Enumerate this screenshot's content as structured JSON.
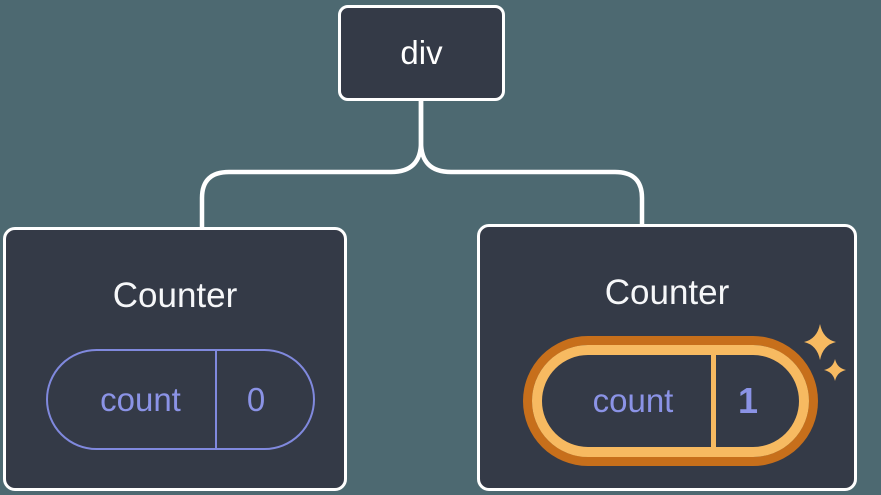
{
  "diagram": {
    "description": "Component tree: a div root with two Counter children; the second Counter's state was updated",
    "root": {
      "label": "div"
    },
    "nodes": [
      {
        "title": "Counter",
        "state_label": "count",
        "state_value": "0",
        "highlighted": false
      },
      {
        "title": "Counter",
        "state_label": "count",
        "state_value": "1",
        "highlighted": true
      }
    ]
  },
  "icons": {
    "sparkles": "sparkles-icon"
  },
  "colors": {
    "background": "#4D6971",
    "node_fill": "#343A47",
    "node_border": "#FFFFFF",
    "connector": "#FFFFFF",
    "title_text": "#F6F7F9",
    "state_accent_purple": "#8B93E6",
    "highlight_ring_inner": "#F7BA61",
    "highlight_ring_outer": "#C76F1B"
  }
}
